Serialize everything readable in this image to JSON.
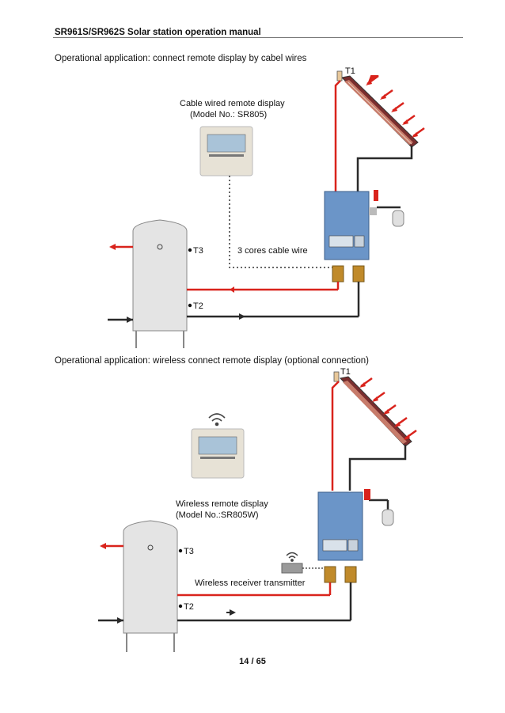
{
  "header": {
    "title": "SR961S/SR962S Solar station operation manual"
  },
  "section1": {
    "heading": "Operational application: connect remote display by cabel wires",
    "display_label_line1": "Cable wired remote display",
    "display_label_line2": "(Model No.: SR805)",
    "cable_label": "3 cores cable wire",
    "sensor_t1": "T1",
    "sensor_t2": "T2",
    "sensor_t3": "T3"
  },
  "section2": {
    "heading": "Operational application: wireless connect remote display (optional connection)",
    "display_label_line1": "Wireless  remote  display",
    "display_label_line2": "(Model No.:SR805W)",
    "receiver_label": "Wireless receiver transmitter",
    "sensor_t1": "T1",
    "sensor_t2": "T2",
    "sensor_t3": "T3"
  },
  "footer": {
    "page_current": "14",
    "page_separator": " / ",
    "page_total": "65"
  },
  "colors": {
    "hot_pipe": "#d9231c",
    "cold_pipe": "#2a2a2a",
    "station_body": "#6b95c8",
    "tank": "#e4e4e4"
  }
}
